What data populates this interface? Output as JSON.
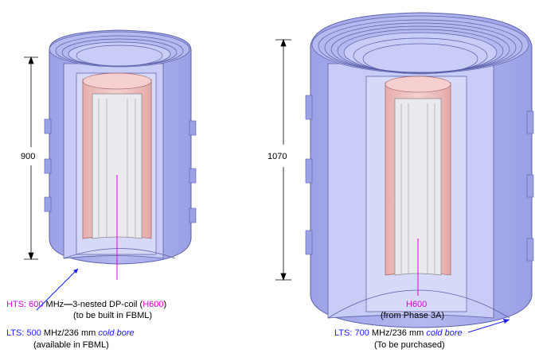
{
  "left_magnet": {
    "dimension": "900",
    "hts_line": {
      "prefix": "HTS:",
      "field": "600",
      "desc": "MHz",
      "dash": "—",
      "count": "3-nested",
      "coil": "DP-coil (",
      "coil_name": "H600",
      "close": ")"
    },
    "hts_sub": "(to be built in FBML)",
    "lts_line": {
      "prefix": "LTS:",
      "field": "500",
      "desc": "MHz/236 mm",
      "bore": "cold bore"
    },
    "lts_sub": "(available in FBML)"
  },
  "right_magnet": {
    "dimension": "1070",
    "insert_label": "H600",
    "insert_sub": "(from Phase 3A)",
    "lts_line": {
      "prefix": "LTS:",
      "field": "700",
      "desc": "MHz/236 mm",
      "bore": "cold bore"
    },
    "lts_sub": "(To be purchased)"
  },
  "colors": {
    "magnet_fill": "#aab0ee",
    "magnet_dark": "#8c93d8",
    "magnet_light": "#c8ccf6",
    "coil_fill": "#f2c2c2",
    "coil_dark": "#d99c9c",
    "hts_color": "#e000e0",
    "lts_color": "#1a1aff"
  }
}
